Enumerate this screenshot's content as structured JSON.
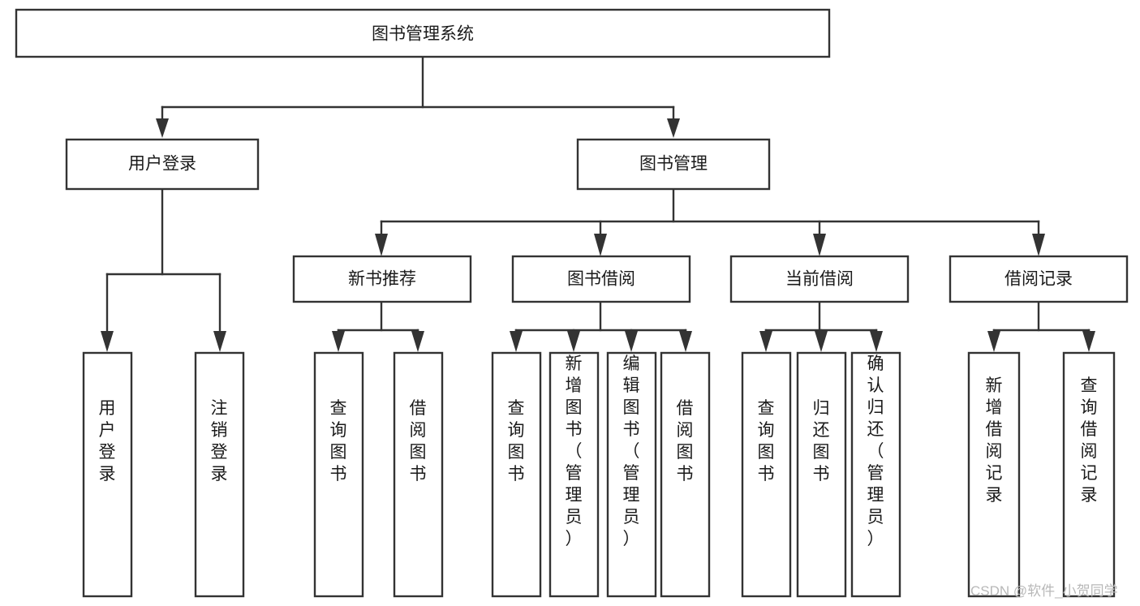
{
  "diagram": {
    "title": "图书管理系统",
    "type": "tree-hierarchy-chart",
    "root": {
      "id": "root",
      "label": "图书管理系统"
    },
    "level2": [
      {
        "id": "user-login",
        "label": "用户登录"
      },
      {
        "id": "book-management",
        "label": "图书管理"
      }
    ],
    "level3": [
      {
        "id": "new-book-recommend",
        "label": "新书推荐",
        "parent": "book-management"
      },
      {
        "id": "book-borrow",
        "label": "图书借阅",
        "parent": "book-management"
      },
      {
        "id": "current-borrow",
        "label": "当前借阅",
        "parent": "book-management"
      },
      {
        "id": "borrow-record",
        "label": "借阅记录",
        "parent": "book-management"
      }
    ],
    "leaves": {
      "user-login": [
        {
          "id": "leaf-user-login",
          "label": "用户登录"
        },
        {
          "id": "leaf-user-logout",
          "label": "注销登录"
        }
      ],
      "new-book-recommend": [
        {
          "id": "leaf-query-book-1",
          "label": "查询图书"
        },
        {
          "id": "leaf-borrow-book-1",
          "label": "借阅图书"
        }
      ],
      "book-borrow": [
        {
          "id": "leaf-query-book-2",
          "label": "查询图书"
        },
        {
          "id": "leaf-add-book",
          "label": "新增图书（管理员）"
        },
        {
          "id": "leaf-edit-book",
          "label": "编辑图书（管理员）"
        },
        {
          "id": "leaf-borrow-book-2",
          "label": "借阅图书"
        }
      ],
      "current-borrow": [
        {
          "id": "leaf-query-book-3",
          "label": "查询图书"
        },
        {
          "id": "leaf-return-book",
          "label": "归还图书"
        },
        {
          "id": "leaf-confirm-return",
          "label": "确认归还（管理员）"
        }
      ],
      "borrow-record": [
        {
          "id": "leaf-add-record",
          "label": "新增借阅记录"
        },
        {
          "id": "leaf-query-record",
          "label": "查询借阅记录"
        }
      ]
    },
    "colors": {
      "box_stroke": "#333333",
      "box_fill": "#ffffff",
      "text": "#1a1a1a",
      "connector": "#333333",
      "background": "#ffffff",
      "watermark": "#b8b8b8"
    }
  },
  "watermark": {
    "text": "CSDN @软件_小贺同学"
  }
}
